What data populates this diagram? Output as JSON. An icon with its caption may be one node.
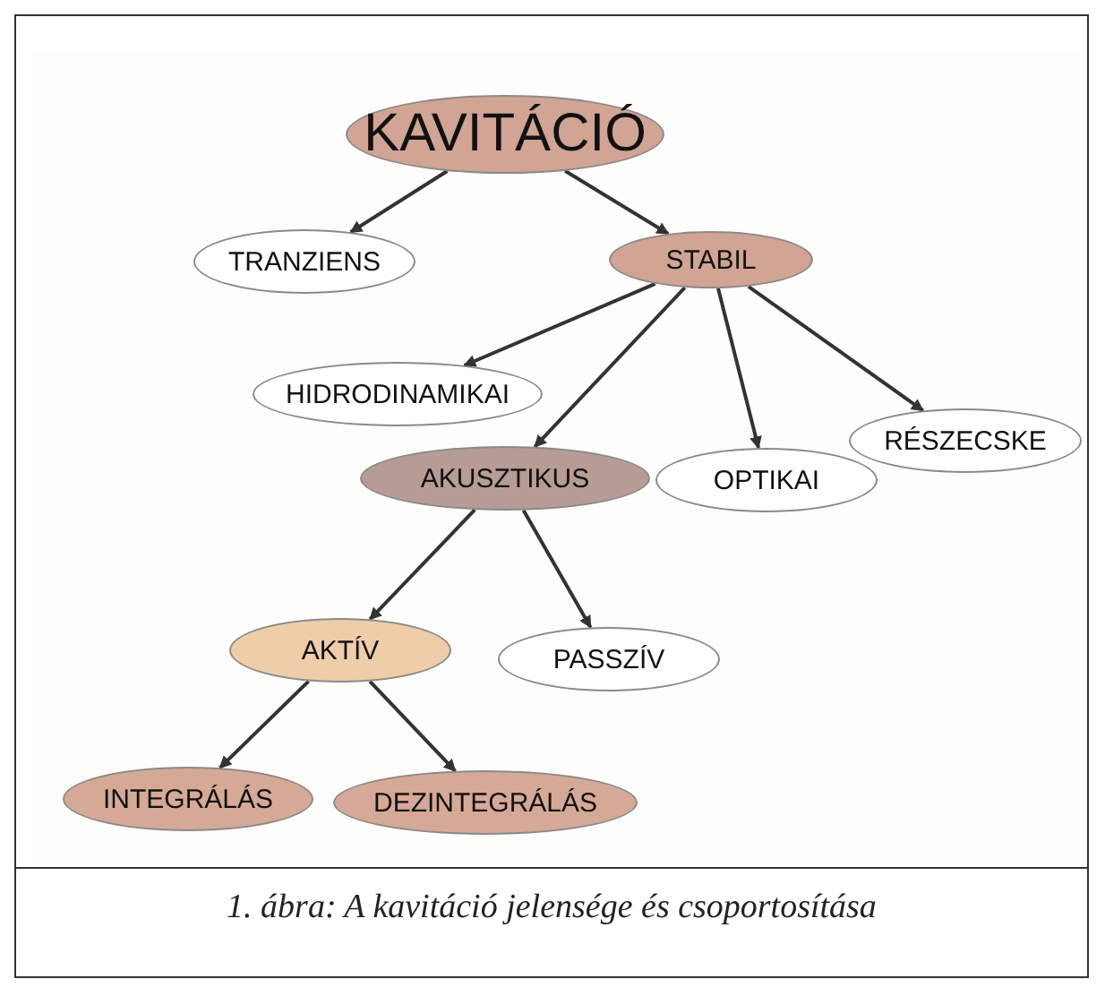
{
  "diagram": {
    "caption": "1. ábra: A kavitáció jelensége és csoportosítása",
    "nodes": [
      {
        "text": [
          "KAVITÁCIÓ"
        ]
      },
      {
        "text": [
          "TRANZIENS"
        ]
      },
      {
        "text": [
          "STABIL"
        ]
      },
      {
        "text": [
          "HIDRODINAMIKAI"
        ]
      },
      {
        "text": [
          "AKUSZTIKUS"
        ]
      },
      {
        "text": [
          "OPTIKAI"
        ]
      },
      {
        "text": [
          "RÉSZECSKE"
        ]
      },
      {
        "text": [
          "AKTÍV"
        ]
      },
      {
        "text": [
          "PASSZÍV"
        ]
      },
      {
        "text": [
          "INTEGRÁLÁS"
        ]
      },
      {
        "text": [
          "DEZINTEGRÁLÁS"
        ]
      }
    ],
    "edges": [
      {
        "from": 0,
        "to": 1,
        "arrow": "to"
      },
      {
        "from": 0,
        "to": 2,
        "arrow": "to"
      },
      {
        "from": 2,
        "to": 3,
        "arrow": "to"
      },
      {
        "from": 2,
        "to": 4,
        "arrow": "to"
      },
      {
        "from": 2,
        "to": 5,
        "arrow": "to"
      },
      {
        "from": 2,
        "to": 6,
        "arrow": "to"
      },
      {
        "from": 4,
        "to": 7,
        "arrow": "to"
      },
      {
        "from": 4,
        "to": 8,
        "arrow": "to"
      },
      {
        "from": 7,
        "to": 9,
        "arrow": "to"
      },
      {
        "from": 7,
        "to": 10,
        "arrow": "to"
      }
    ]
  }
}
